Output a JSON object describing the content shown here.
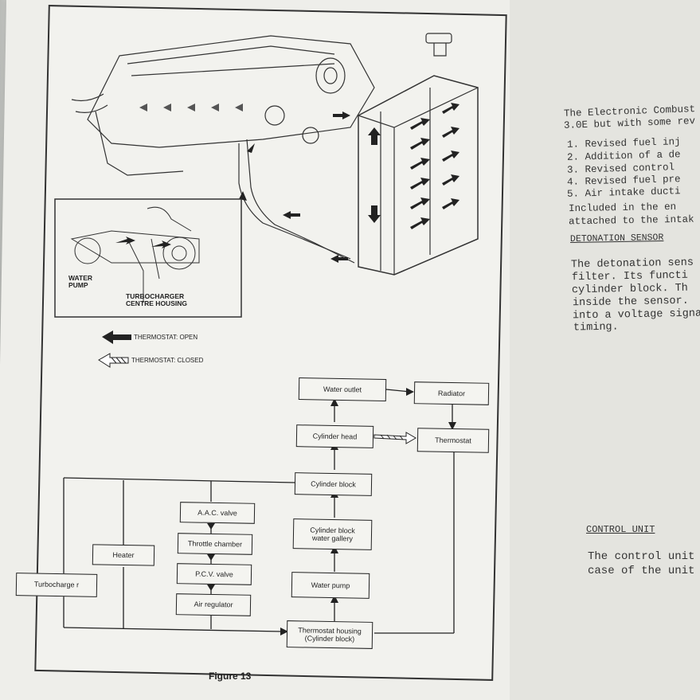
{
  "figure": {
    "caption": "Figure 13",
    "legend_open": "THERMOSTAT: OPEN",
    "legend_closed": "THERMOSTAT: CLOSED",
    "inset_water_pump": "WATER\nPUMP",
    "inset_turbo": "TURBOCHARGER\nCENTRE HOUSING"
  },
  "flow": {
    "water_outlet": "Water outlet",
    "radiator": "Radiator",
    "cylinder_head": "Cylinder head",
    "thermostat": "Thermostat",
    "cylinder_block": "Cylinder block",
    "aac_valve": "A.A.C. valve",
    "throttle_chamber": "Throttle chamber",
    "pcv_valve": "P.C.V. valve",
    "air_regulator": "Air regulator",
    "heater": "Heater",
    "turbocharger": "Turbocharge r",
    "cyl_block_gallery": "Cylinder block\nwater gallery",
    "water_pump": "Water pump",
    "thermostat_housing": "Thermostat housing\n(Cylinder block)"
  },
  "right_page": {
    "intro1": "The Electronic Combust",
    "intro2": "3.0E but with some rev",
    "items": [
      "1.     Revised fuel inj",
      "2.     Addition of a de",
      "3.     Revised control",
      "4.     Revised fuel pre",
      "5.     Air intake ducti"
    ],
    "included1": "Included  in  the  en",
    "included2": "attached to the intak",
    "det_heading": "DETONATION SENSOR",
    "det1": "The  detonation  sens",
    "det2": "filter.   Its  functi",
    "det3": "cylinder block.   Th",
    "det4": "inside the sensor.",
    "det5": "into a voltage signa",
    "det6": "timing.",
    "cu_heading": "CONTROL UNIT",
    "cu1": "The control unit",
    "cu2": "case of the unit"
  }
}
